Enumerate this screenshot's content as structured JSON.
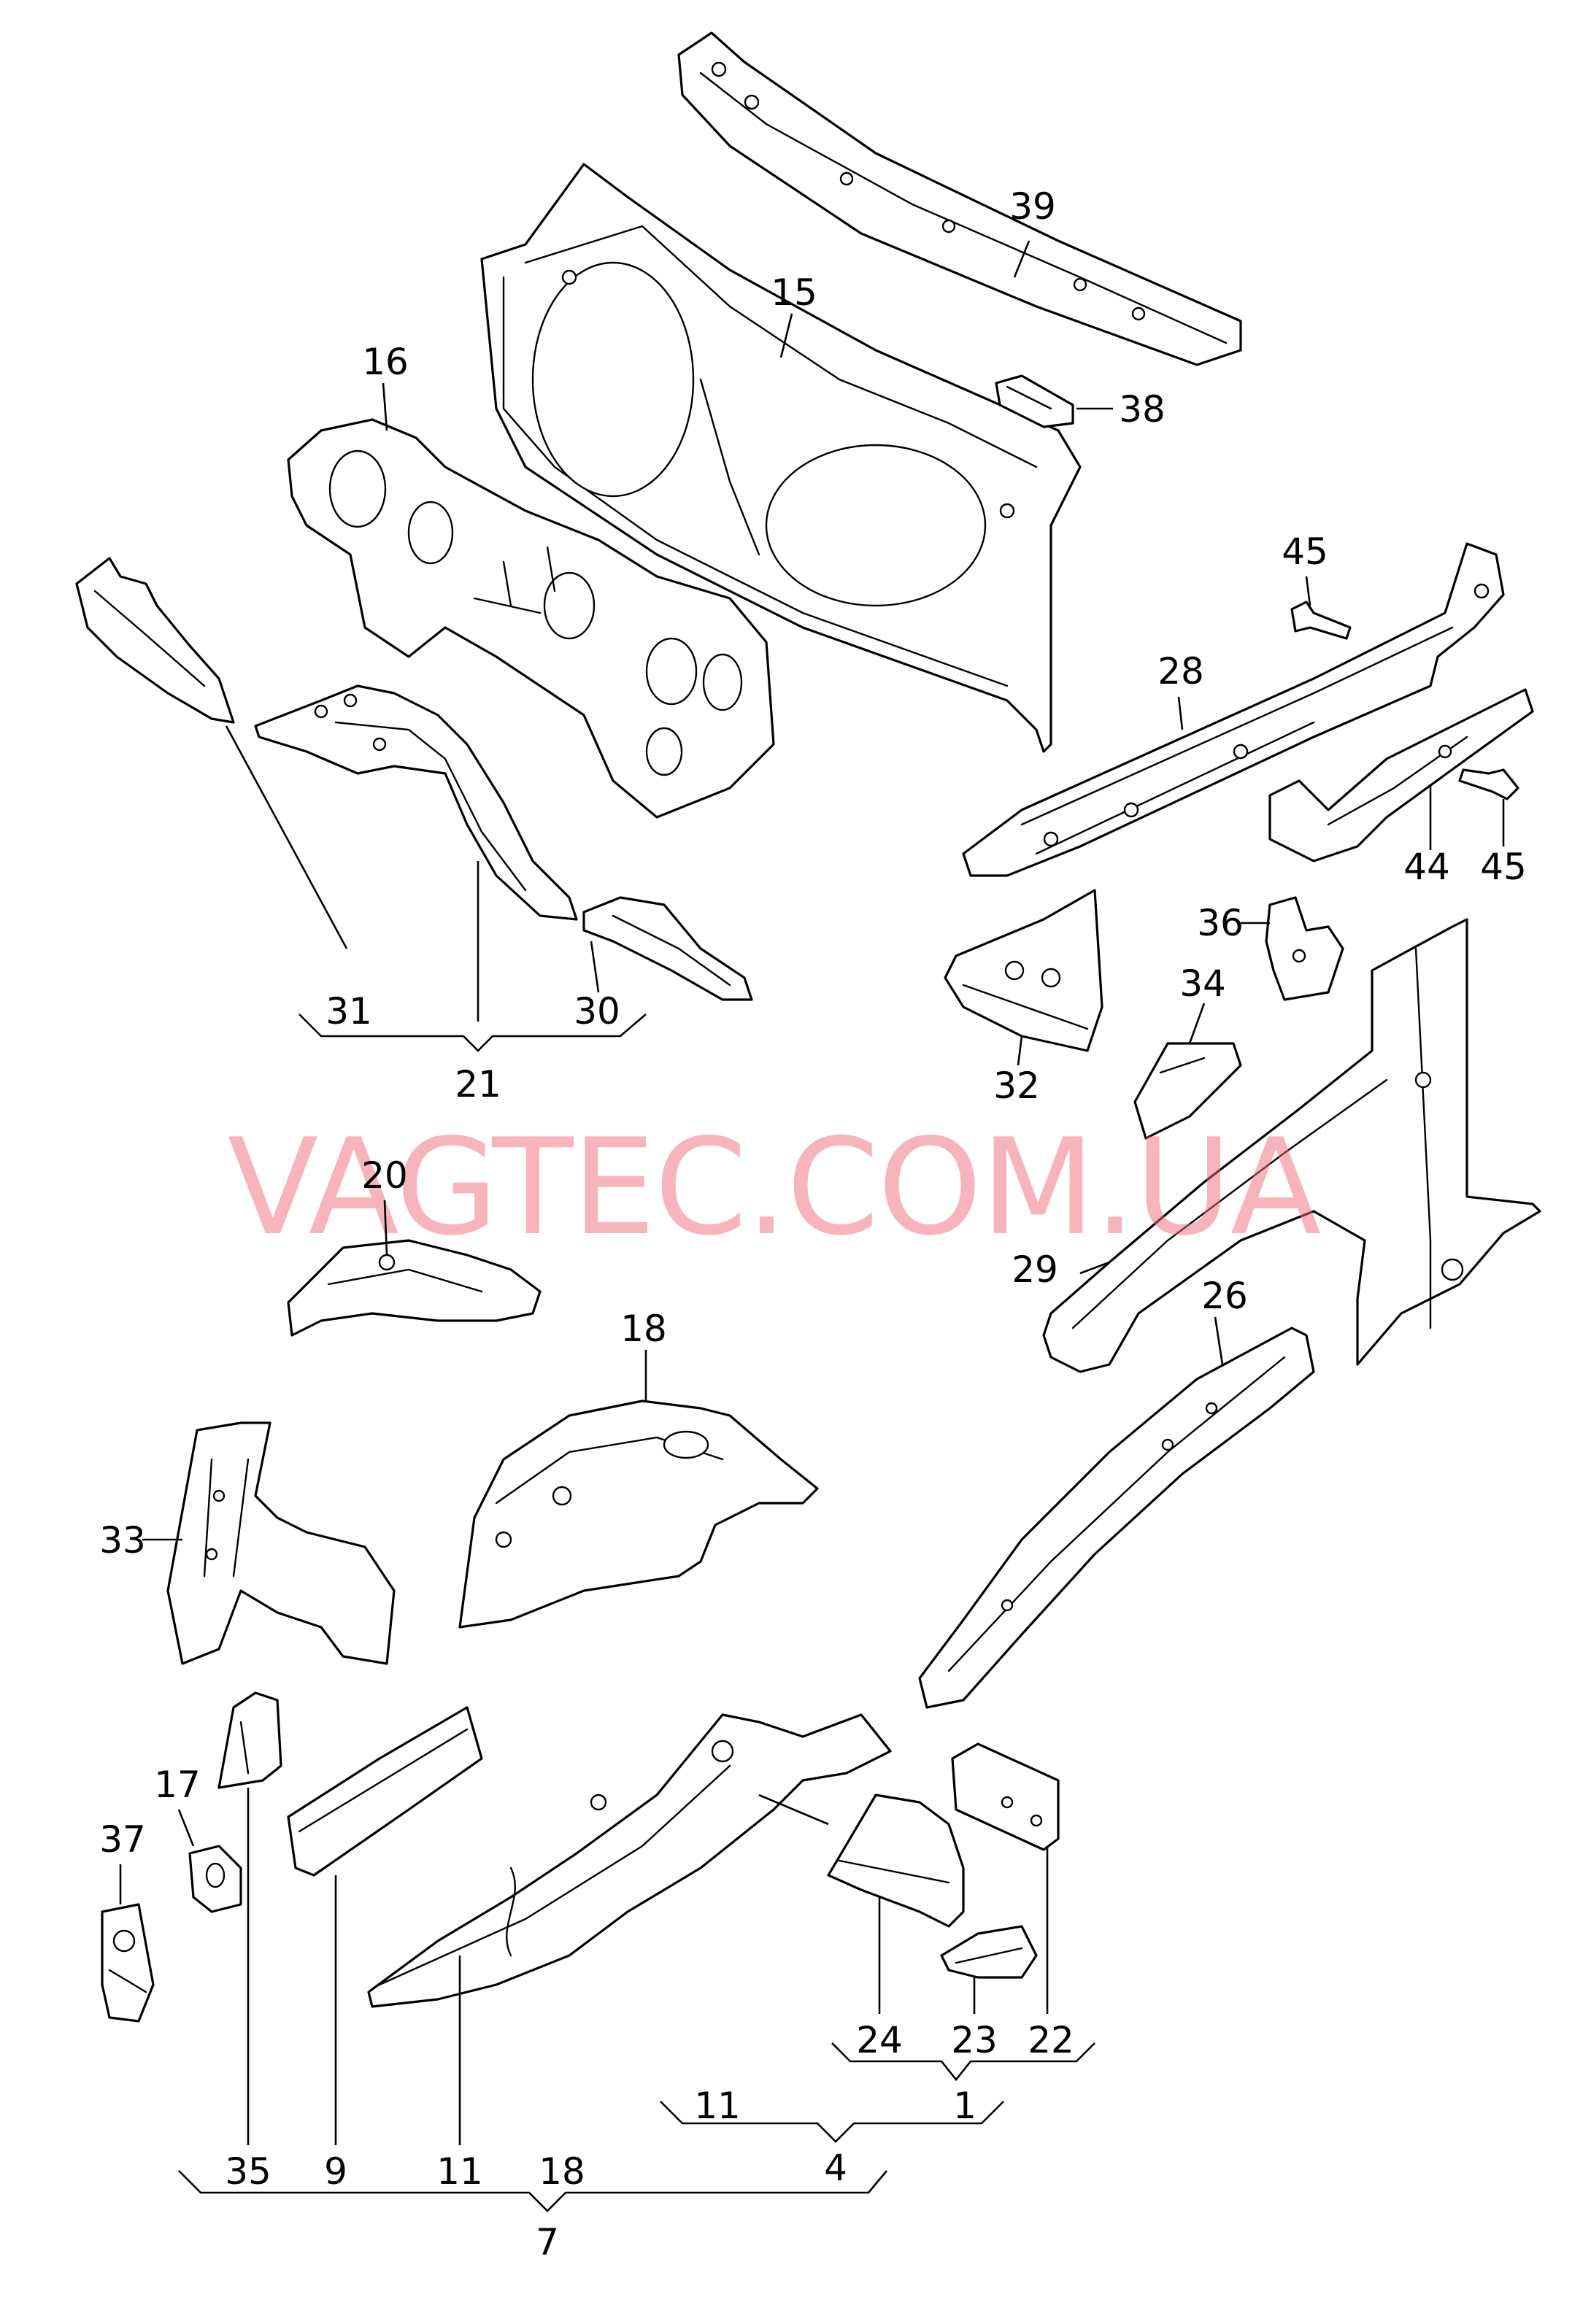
{
  "watermark": {
    "text": "VAGTEC.COM.UA",
    "color": "#f06b78"
  },
  "callouts": {
    "c1": "1",
    "c4": "4",
    "c7": "7",
    "c9": "9",
    "c11a": "11",
    "c11b": "11",
    "c15": "15",
    "c16": "16",
    "c17": "17",
    "c18a": "18",
    "c18b": "18",
    "c20": "20",
    "c21": "21",
    "c22": "22",
    "c23": "23",
    "c24": "24",
    "c26": "26",
    "c28": "28",
    "c29": "29",
    "c30": "30",
    "c31": "31",
    "c32": "32",
    "c33": "33",
    "c34": "34",
    "c35": "35",
    "c36": "36",
    "c37": "37",
    "c38": "38",
    "c39": "39",
    "c44": "44",
    "c45a": "45",
    "c45b": "45"
  }
}
